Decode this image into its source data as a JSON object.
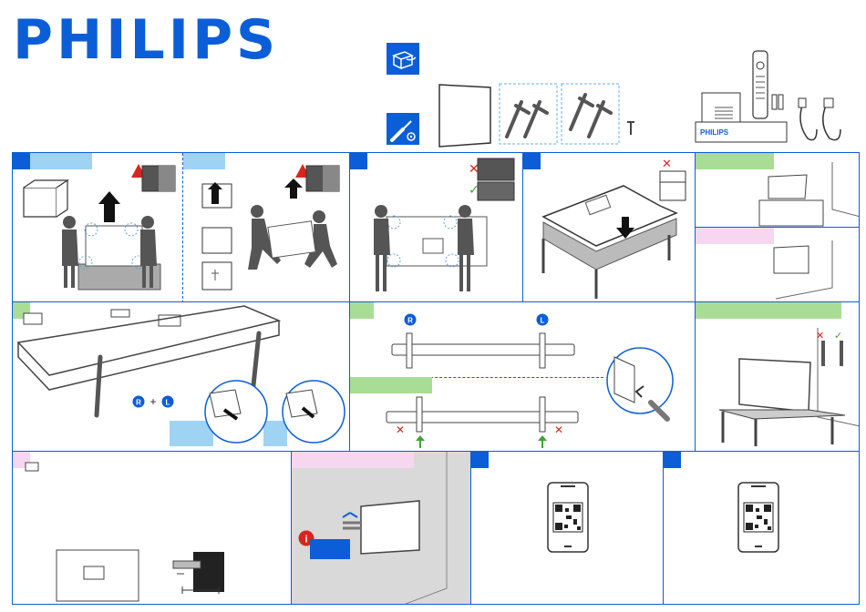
{
  "brand": {
    "name": "PHILIPS",
    "color": "#0b5ed7"
  },
  "box_label": "PHILIPS",
  "colors": {
    "accent": "#0b5ed7",
    "tab_blue": "#9fd3f4",
    "tab_green": "#a9dd95",
    "tab_pink": "#f7d7ef",
    "warn_red": "#d7261e",
    "ok_green": "#3fa535"
  },
  "icons": {
    "unbox": "box-open-icon",
    "screwdriver": "screwdriver-icon",
    "warning": "warning-icon",
    "cross": "cross-icon",
    "check": "check-icon",
    "info": "info-icon",
    "arrow": "arrow-icon",
    "qr": "qr-code-icon"
  },
  "stand_labels": {
    "right": "R",
    "left": "L",
    "plus": "+"
  }
}
